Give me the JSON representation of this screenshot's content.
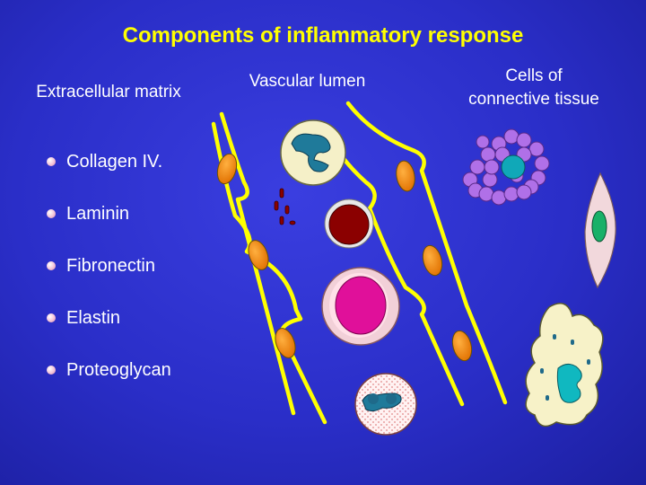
{
  "title": "Components of inflammatory response",
  "columns": {
    "extracellular_matrix": "Extracellular matrix",
    "vascular_lumen": "Vascular lumen",
    "connective_tissue_line1": "Cells of",
    "connective_tissue_line2": "connective tissue"
  },
  "matrix_items": [
    "Collagen IV.",
    "Laminin",
    "Fibronectin",
    "Elastin",
    "Proteoglycan"
  ],
  "colors": {
    "title": "#ffff00",
    "vessel_wall": "#ffff00",
    "endothelial_nucleus": "#f08c14",
    "red_cell": "#8b0000",
    "basophil": "#e0109a",
    "mast_cell_granule": "#b070e8",
    "nucleus_teal": "#10a8b8"
  }
}
